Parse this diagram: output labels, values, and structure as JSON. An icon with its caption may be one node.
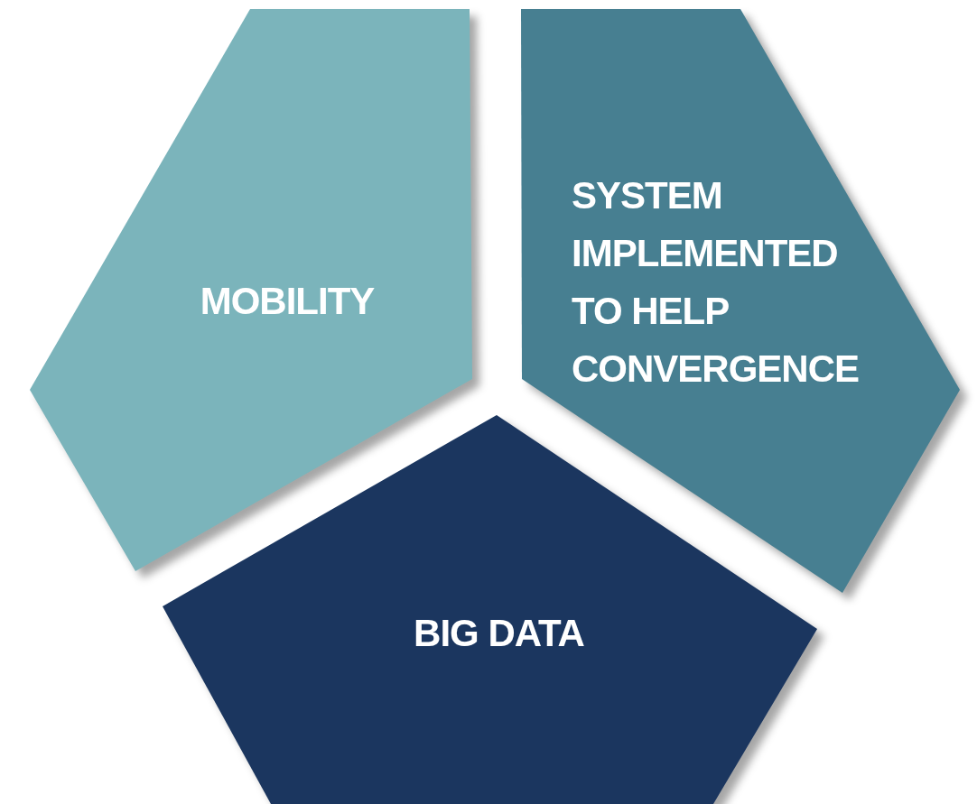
{
  "diagram": {
    "nodes": [
      {
        "text": [
          "MOBILITY"
        ]
      },
      {
        "text": [
          "SYSTEM IMPLEMENTED TO HELP CONVERGENCE"
        ]
      },
      {
        "text": [
          "BIG DATA"
        ]
      }
    ]
  }
}
